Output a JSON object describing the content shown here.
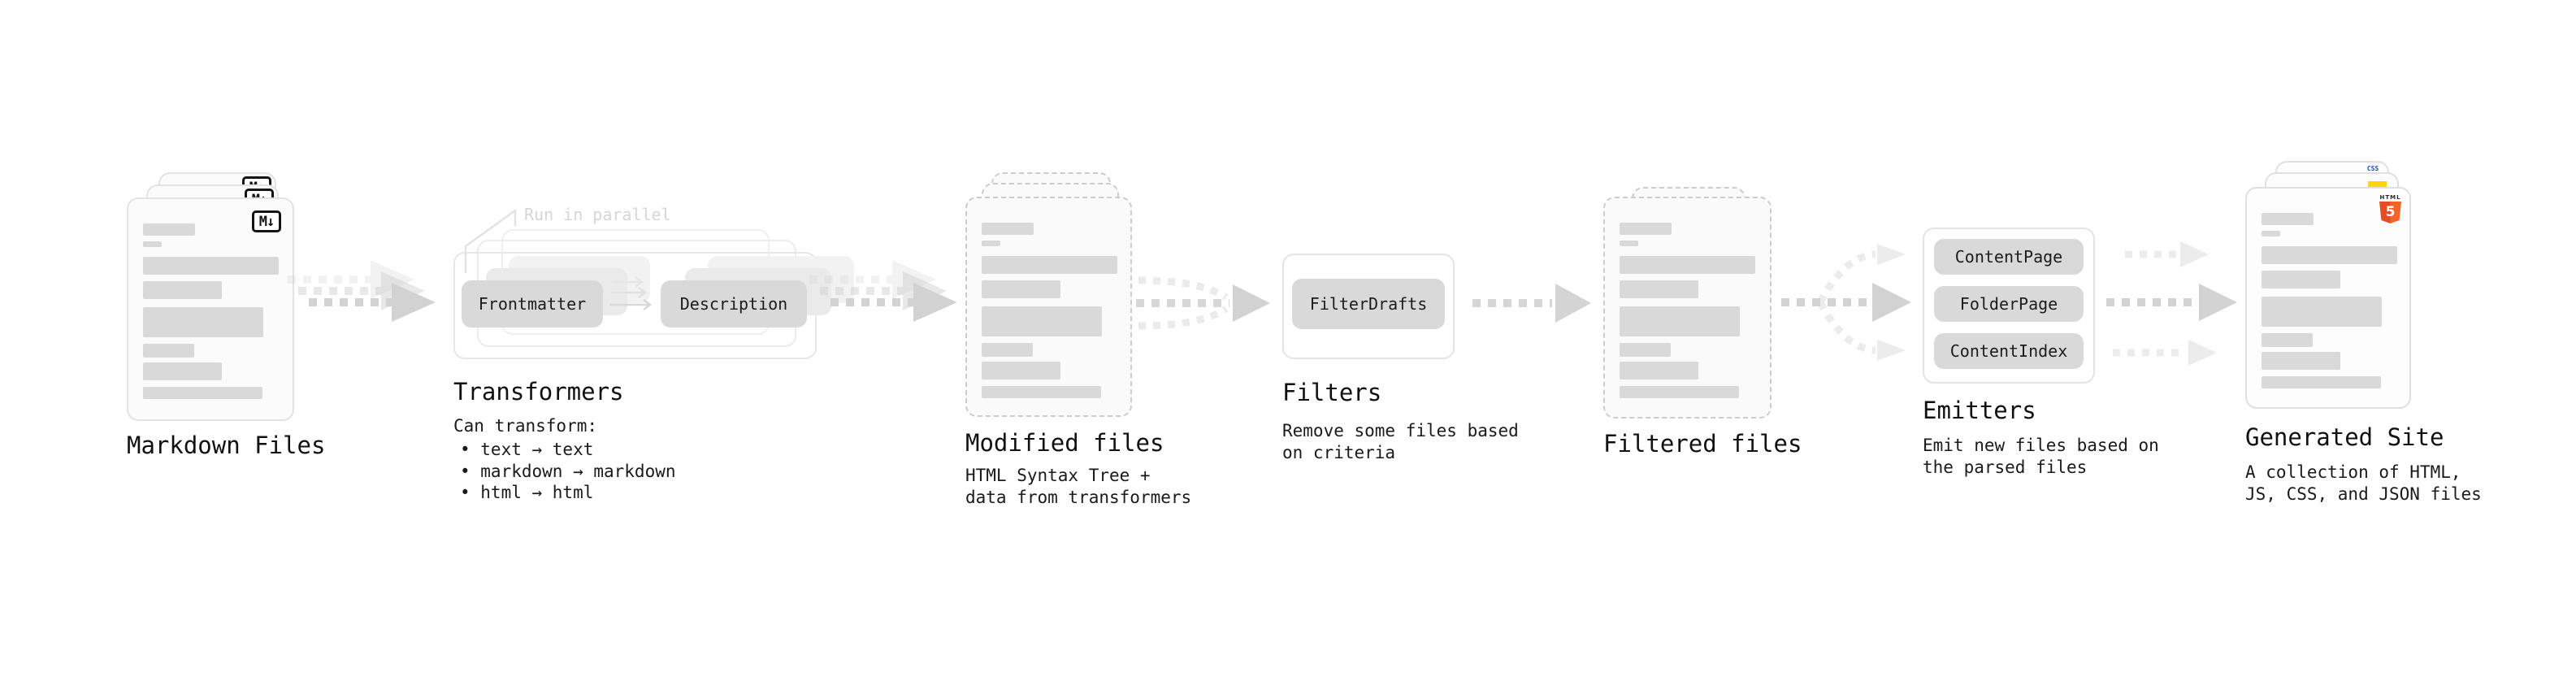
{
  "stages": {
    "markdown_files": {
      "label": "Markdown Files",
      "badge": "M↓"
    },
    "transformers": {
      "heading": "Transformers",
      "note": "Run in parallel",
      "chip_left": "Frontmatter",
      "chip_right": "Description",
      "desc_title": "Can transform:",
      "bullets": [
        "• text → text",
        "• markdown → markdown",
        "• html → html"
      ]
    },
    "modified_files": {
      "label": "Modified files",
      "desc": "HTML Syntax Tree +\ndata from transformers"
    },
    "filters": {
      "label": "Filters",
      "chip": "FilterDrafts",
      "desc": "Remove some files based\non criteria"
    },
    "filtered_files": {
      "label": "Filtered files"
    },
    "emitters": {
      "label": "Emitters",
      "chips": [
        "ContentPage",
        "FolderPage",
        "ContentIndex"
      ],
      "desc": "Emit new files based on\nthe parsed files"
    },
    "generated_site": {
      "label": "Generated Site",
      "desc": "A collection of HTML,\nJS, CSS, and JSON files",
      "css_badge": "CSS",
      "html_logo_word": "HTML",
      "html_logo_number": "5"
    }
  },
  "colors": {
    "html5_orange": "#e44d26",
    "js_yellow": "#ffd600",
    "css_blue": "#2760e8",
    "arrow_gray": "#d2d2d2",
    "arrow_light": "#ececec"
  }
}
